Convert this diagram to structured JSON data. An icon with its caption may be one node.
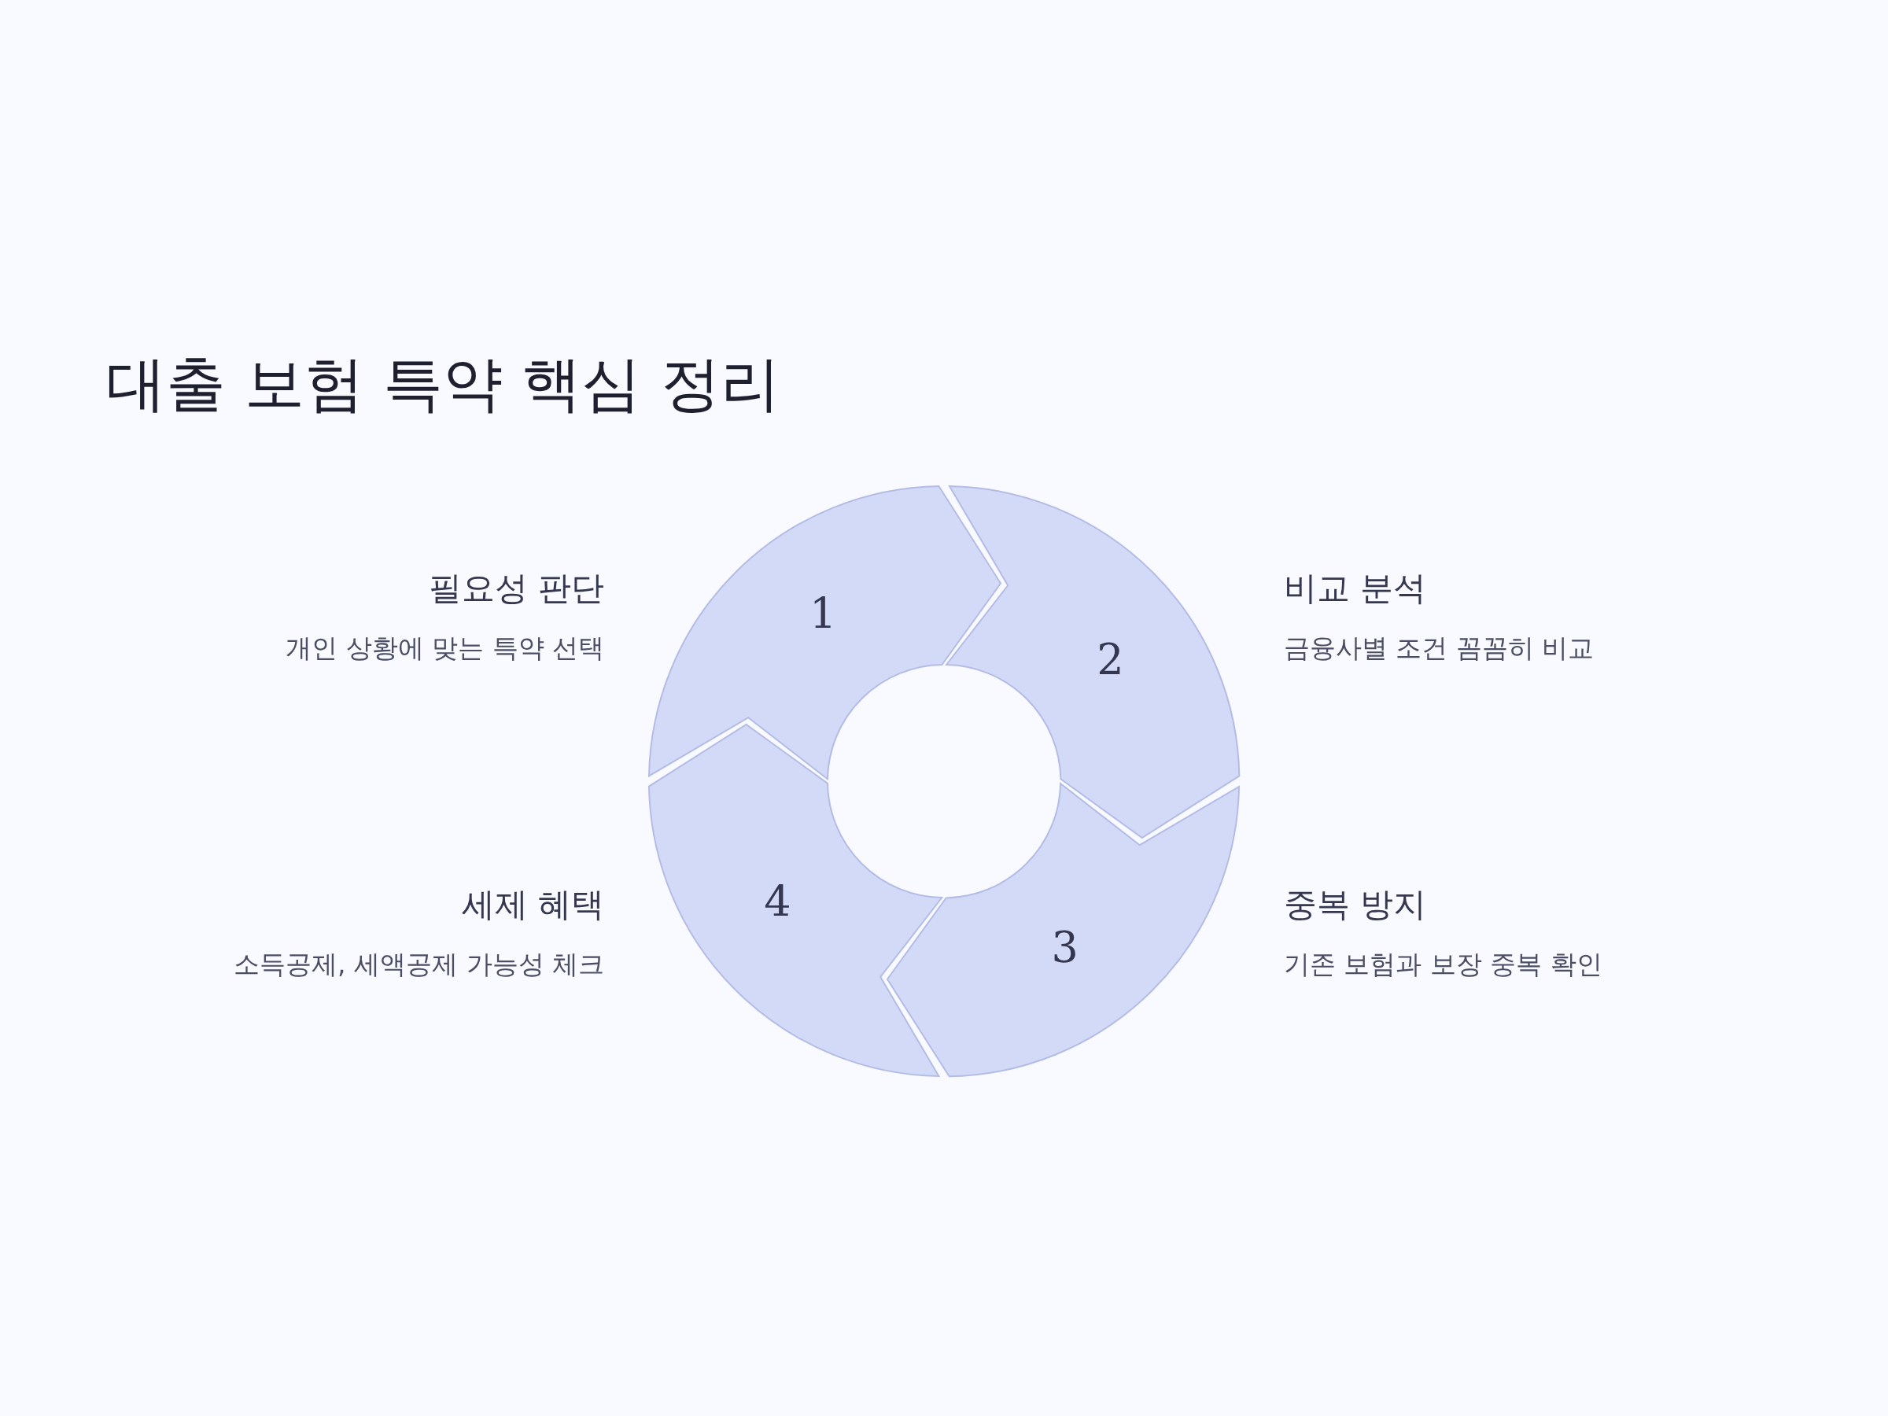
{
  "diagram": {
    "title": "대출 보험 특약 핵심 정리",
    "nodes": [
      {
        "text": [
          "1"
        ],
        "beside": [
          "필요성 판단",
          "개인 상황에 맞는 특약 선택"
        ]
      },
      {
        "text": [
          "2"
        ],
        "beside": [
          "비교 분석",
          "금융사별 조건 꼼꼼히 비교"
        ]
      },
      {
        "text": [
          "3"
        ],
        "beside": [
          "중복 방지",
          "기존 보험과 보장 중복 확인"
        ]
      },
      {
        "text": [
          "4"
        ],
        "beside": [
          "세제 혜택",
          "소득공제, 세액공제 가능성 체크"
        ]
      }
    ]
  }
}
